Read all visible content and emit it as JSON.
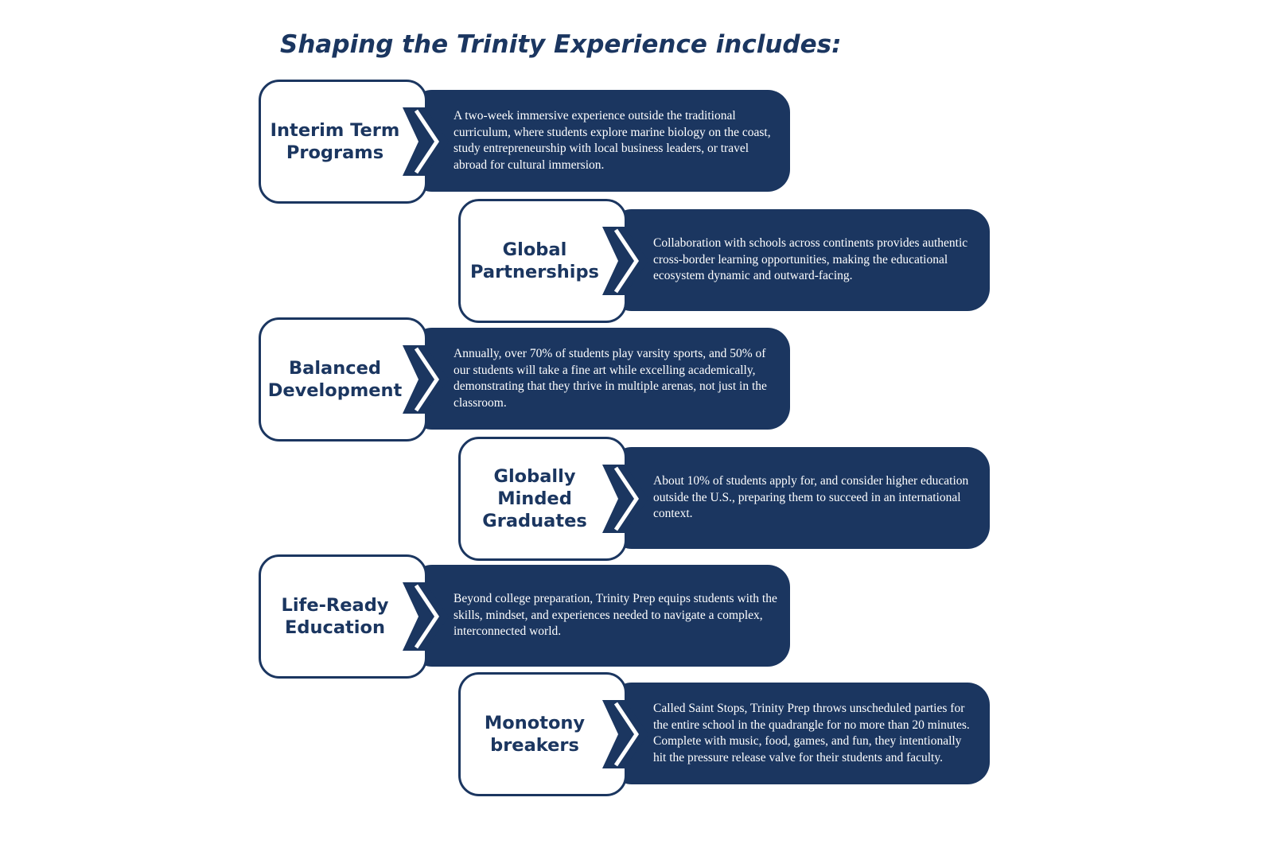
{
  "title": "Shaping the Trinity Experience includes:",
  "colors": {
    "navy": "#1b3660",
    "background": "#ffffff",
    "description_text": "#ffffff"
  },
  "items": [
    {
      "label": "Interim Term Programs",
      "description": "A two-week immersive experience outside the traditional curriculum, where students explore marine biology on the coast, study entrepreneurship with local business leaders, or travel abroad for cultural immersion."
    },
    {
      "label": "Global Partnerships",
      "description": "Collaboration with schools across continents provides authentic cross-border learning opportunities, making the educational ecosystem dynamic and outward-facing."
    },
    {
      "label": "Balanced Development",
      "description": "Annually, over 70% of students play varsity sports, and 50% of our students will take a fine art while excelling academically, demonstrating that they thrive in multiple arenas, not just in the classroom."
    },
    {
      "label": "Globally Minded Graduates",
      "description": "About 10% of students apply for, and consider higher education outside the U.S., preparing them to succeed in an international context."
    },
    {
      "label": "Life-Ready Education",
      "description": "Beyond college preparation, Trinity Prep equips students with the skills, mindset, and experiences needed to navigate a complex, interconnected world."
    },
    {
      "label": "Monotony breakers",
      "description": "Called Saint Stops, Trinity Prep throws unscheduled parties for the entire school in the quadrangle for no more than 20 minutes.  Complete with music, food, games, and fun, they intentionally hit the pressure release valve for their students and faculty."
    }
  ]
}
